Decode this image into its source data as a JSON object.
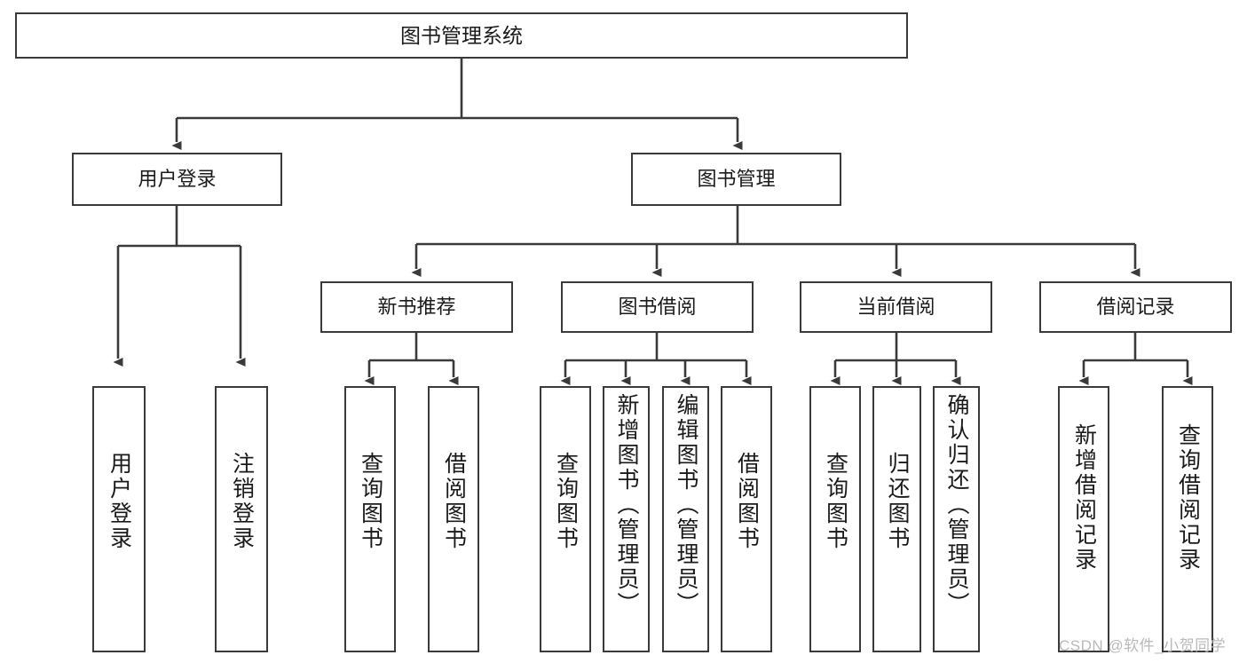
{
  "diagram": {
    "title": "图书管理系统",
    "type": "tree-hierarchy",
    "orientation": "top-down",
    "line_color": "#3a3a3a",
    "box_fill": "#ffffff",
    "text_color": "#1a1a1a"
  },
  "watermark": {
    "text": "CSDN @软件_小贺同学",
    "color": "#b9b9b9"
  },
  "nodes": {
    "root": {
      "label": "图书管理系统",
      "level": 1
    },
    "user_login": {
      "label": "用户登录",
      "level": 2
    },
    "book_manage": {
      "label": "图书管理",
      "level": 2
    },
    "new_book_rec": {
      "label": "新书推荐",
      "level": 3
    },
    "book_borrow": {
      "label": "图书借阅",
      "level": 3
    },
    "current_borrow": {
      "label": "当前借阅",
      "level": 3
    },
    "borrow_record": {
      "label": "借阅记录",
      "level": 3
    },
    "leaf_user_login": {
      "label": "用户登录",
      "level": 4
    },
    "leaf_logout": {
      "label": "注销登录",
      "level": 4
    },
    "leaf_query_book_1": {
      "label": "查询图书",
      "level": 4
    },
    "leaf_borrow_book_1": {
      "label": "借阅图书",
      "level": 4
    },
    "leaf_query_book_2": {
      "label": "查询图书",
      "level": 4
    },
    "leaf_add_book": {
      "label": "新增图书（管理员）",
      "level": 4
    },
    "leaf_edit_book": {
      "label": "编辑图书（管理员）",
      "level": 4
    },
    "leaf_borrow_book_2": {
      "label": "借阅图书",
      "level": 4
    },
    "leaf_query_book_3": {
      "label": "查询图书",
      "level": 4
    },
    "leaf_return_book": {
      "label": "归还图书",
      "level": 4
    },
    "leaf_confirm_return": {
      "label": "确认归还（管理员）",
      "level": 4
    },
    "leaf_add_record": {
      "label": "新增借阅记录",
      "level": 4
    },
    "leaf_query_record": {
      "label": "查询借阅记录",
      "level": 4
    }
  },
  "tree": {
    "图书管理系统": {
      "用户登录": [
        "用户登录",
        "注销登录"
      ],
      "图书管理": {
        "新书推荐": [
          "查询图书",
          "借阅图书"
        ],
        "图书借阅": [
          "查询图书",
          "新增图书（管理员）",
          "编辑图书（管理员）",
          "借阅图书"
        ],
        "当前借阅": [
          "查询图书",
          "归还图书",
          "确认归还（管理员）"
        ],
        "借阅记录": [
          "新增借阅记录",
          "查询借阅记录"
        ]
      }
    }
  }
}
